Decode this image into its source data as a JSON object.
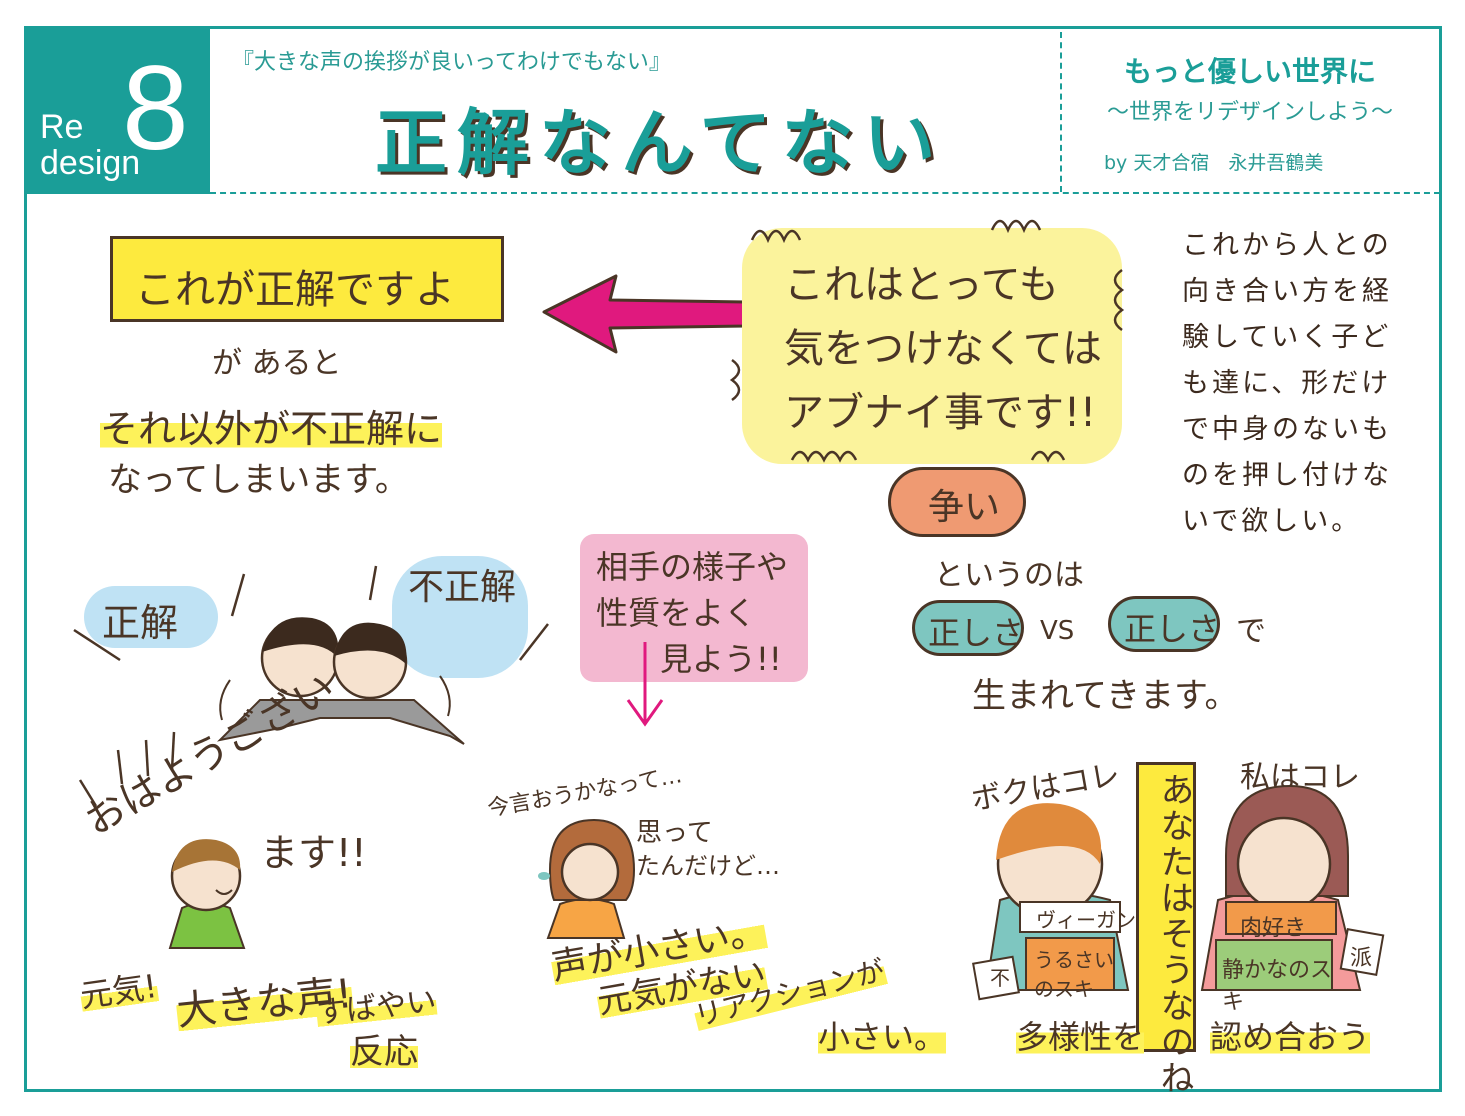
{
  "badge": {
    "re": "Re",
    "design": "design",
    "number": "8"
  },
  "header": {
    "subtitle": "『大きな声の挨拶が良いってわけでもない』",
    "title": "正解なんてない",
    "right_title": "もっと優しい世界に",
    "right_subtitle": "〜世界をリデザインしよう〜",
    "byline": "by 天才合宿　永井吾鶴美"
  },
  "left_section": {
    "box_text": "これが正解ですよ",
    "ga_aruto": "が あると",
    "line1": "それ以外が不正解に",
    "line2": "なってしまいます。"
  },
  "warning_bubble": {
    "line1": "これはとっても",
    "line2": "気をつけなくては",
    "line3": "アブナイ事です!!"
  },
  "right_paragraph": {
    "lines": [
      "これから人との",
      "向き合い方を経",
      "験していく子ど",
      "も達に、形だけ",
      "で中身のないも",
      "のを押し付けな",
      "いで欲しい。"
    ]
  },
  "conflict": {
    "arasoi": "争い",
    "to_iu_no_wa": "というのは",
    "tadashisa_1": "正しさ",
    "vs": "VS",
    "tadashisa_2": "正しさ",
    "de": "で",
    "umaremasu": "生まれてきます。"
  },
  "labels": {
    "seikai": "正解",
    "fuseikai": "不正解"
  },
  "pink_note": {
    "line1": "相手の様子や",
    "line2": "性質をよく",
    "line3": "見よう!!"
  },
  "greeting": {
    "ohayo": "おはようござい",
    "masu": "ます!!",
    "genki": "元気!",
    "ookina_koe": "大きな声!",
    "subayai": "すばやい",
    "hanno": "反応"
  },
  "shy": {
    "ima": "今言おうかなって…",
    "omotte": "思って",
    "tandakedo": "たんだけど…",
    "koe": "声が小さい。",
    "genki_nai": "元気がない",
    "reaction": "リアクションが",
    "chiisai": "小さい。"
  },
  "diversity": {
    "boku": "ボクはコレ",
    "watashi": "私はコレ",
    "vertical": "あなたはそうなのね",
    "vegan": "ヴィーガン",
    "urusai": "うるさいのスキ",
    "niku": "肉好き",
    "shizuka": "静かなのスキ",
    "fu": "不",
    "ha": "派",
    "tayousei": "多様性を",
    "mitomeaou": "認め合おう"
  },
  "colors": {
    "teal": "#1a9e98",
    "yellow": "#fdea3e",
    "pink_arrow": "#e0197e",
    "brown": "#4a3526"
  }
}
